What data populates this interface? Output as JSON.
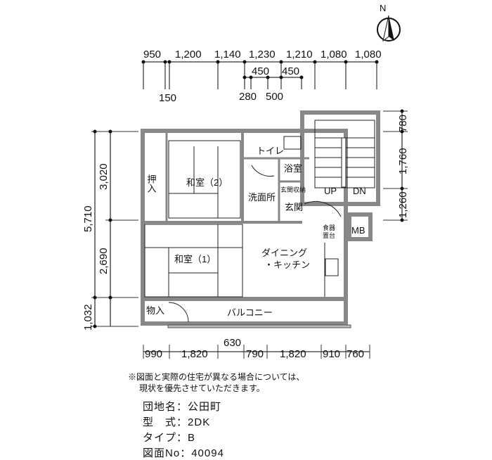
{
  "compass": {
    "label": "N"
  },
  "dimensions": {
    "top_row1": [
      "950",
      "1,200",
      "1,140",
      "1,230",
      "1,210",
      "1,080",
      "1,080"
    ],
    "top_row2": [
      "450",
      "450"
    ],
    "top_below": [
      "150",
      "280",
      "500"
    ],
    "left": [
      "5,710",
      "3,020",
      "2,690",
      "1,032"
    ],
    "right": [
      "780",
      "1,760",
      "1,260"
    ],
    "bottom": [
      "990",
      "1,820",
      "630",
      "790",
      "1,820",
      "910",
      "760"
    ]
  },
  "rooms": {
    "oshiire": "押入",
    "washitsu2": "和室（2）",
    "washitsu1": "和室（1）",
    "toilet": "トイレ",
    "bath": "浴室",
    "senmen": "洗面所",
    "genkan_storage": "玄関収納",
    "genkan": "玄関",
    "up": "UP",
    "dn": "DN",
    "mb": "MB",
    "shokki1": "食器",
    "shokki2": "置台",
    "dk1": "ダイニング",
    "dk2": "・キッチン",
    "monoire": "物入",
    "balcony": "バルコニー"
  },
  "notes": [
    "※図面と実際の住宅が異なる場合については、",
    "現状を優先させていただきます。"
  ],
  "info": [
    {
      "label": "団地名",
      "value": "公田町"
    },
    {
      "label": "型　式",
      "value": "2DK"
    },
    {
      "label": "タイプ",
      "value": "B"
    },
    {
      "label": "図面No",
      "value": "40094"
    }
  ]
}
